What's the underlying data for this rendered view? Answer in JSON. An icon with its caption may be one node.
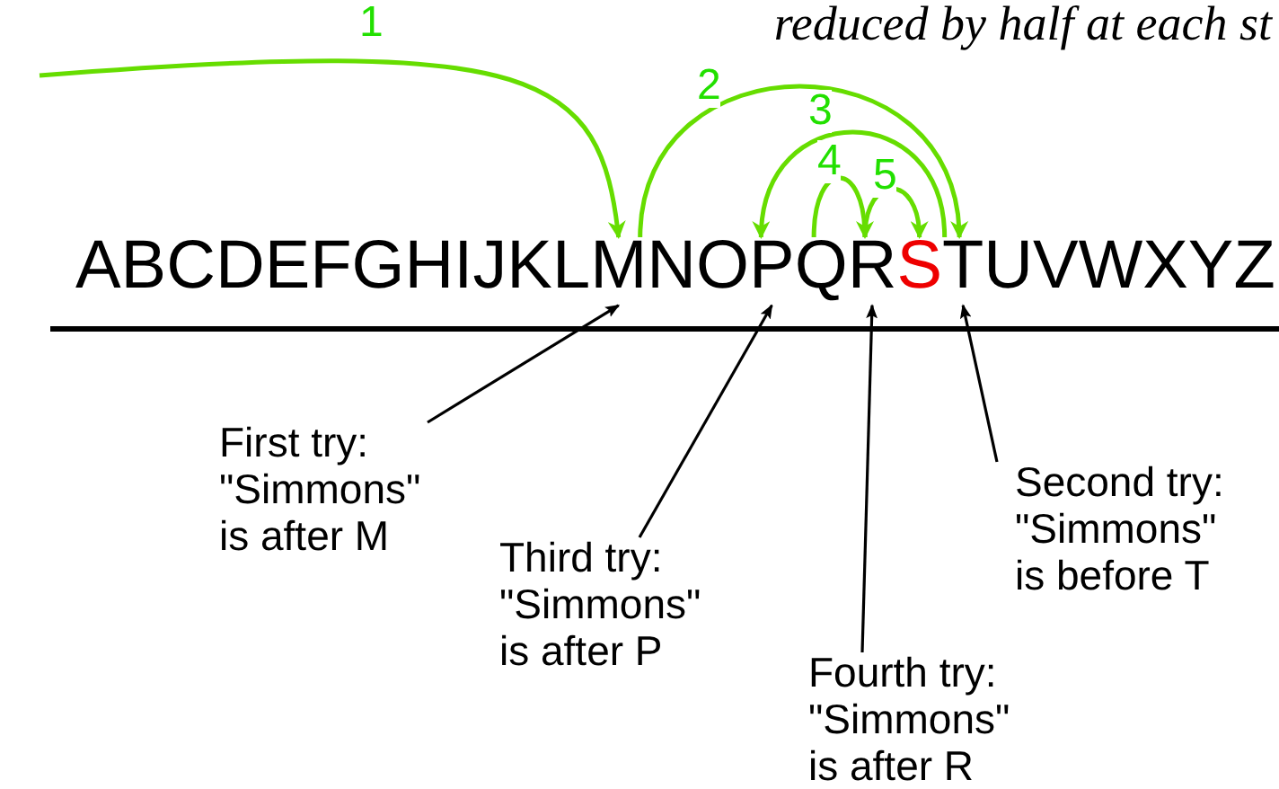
{
  "diagram": {
    "nodes": [
      {
        "text": [
          "A"
        ]
      },
      {
        "text": [
          "B"
        ]
      },
      {
        "text": [
          "C"
        ]
      },
      {
        "text": [
          "D"
        ]
      },
      {
        "text": [
          "E"
        ]
      },
      {
        "text": [
          "F"
        ]
      },
      {
        "text": [
          "G"
        ]
      },
      {
        "text": [
          "H"
        ]
      },
      {
        "text": [
          "I"
        ]
      },
      {
        "text": [
          "J"
        ]
      },
      {
        "text": [
          "K"
        ]
      },
      {
        "text": [
          "L"
        ]
      },
      {
        "text": [
          "M"
        ]
      },
      {
        "text": [
          "N"
        ]
      },
      {
        "text": [
          "O"
        ]
      },
      {
        "text": [
          "P"
        ]
      },
      {
        "text": [
          "Q"
        ]
      },
      {
        "text": [
          "R"
        ]
      },
      {
        "text": [
          "S"
        ]
      },
      {
        "text": [
          "T"
        ]
      },
      {
        "text": [
          "U"
        ]
      },
      {
        "text": [
          "V"
        ]
      },
      {
        "text": [
          "W"
        ]
      },
      {
        "text": [
          "X"
        ]
      },
      {
        "text": [
          "Y"
        ]
      },
      {
        "text": [
          "Z"
        ]
      },
      {
        "text": [
          "First try: \"Simmons\" is after M"
        ]
      },
      {
        "text": [
          "Second try: \"Simmons\" is before T"
        ]
      },
      {
        "text": [
          "Third  try: \"Simmons\" is after P"
        ]
      },
      {
        "text": [
          "Fourth  try: \"Simmons\" is after R"
        ]
      }
    ],
    "edges": [
      {
        "from": null,
        "to": 12,
        "arrow": "to",
        "label": "1"
      },
      {
        "from": 12,
        "to": 19,
        "arrow": "to",
        "label": "2"
      },
      {
        "from": 18,
        "to": 15,
        "arrow": "to",
        "label": "3"
      },
      {
        "from": 16,
        "to": 17,
        "arrow": "to",
        "label": "4"
      },
      {
        "from": 17,
        "to": 18,
        "arrow": "to",
        "label": "5"
      },
      {
        "from": 26,
        "to": 12,
        "arrow": "to",
        "color": "#000000"
      },
      {
        "from": 27,
        "to": 19,
        "arrow": "to",
        "color": "#000000"
      },
      {
        "from": 28,
        "to": 15,
        "arrow": "to",
        "color": "#000000"
      },
      {
        "from": 29,
        "to": 17,
        "arrow": "to",
        "color": "#000000"
      }
    ],
    "labels": [
      "reduced by half at each st"
    ]
  }
}
